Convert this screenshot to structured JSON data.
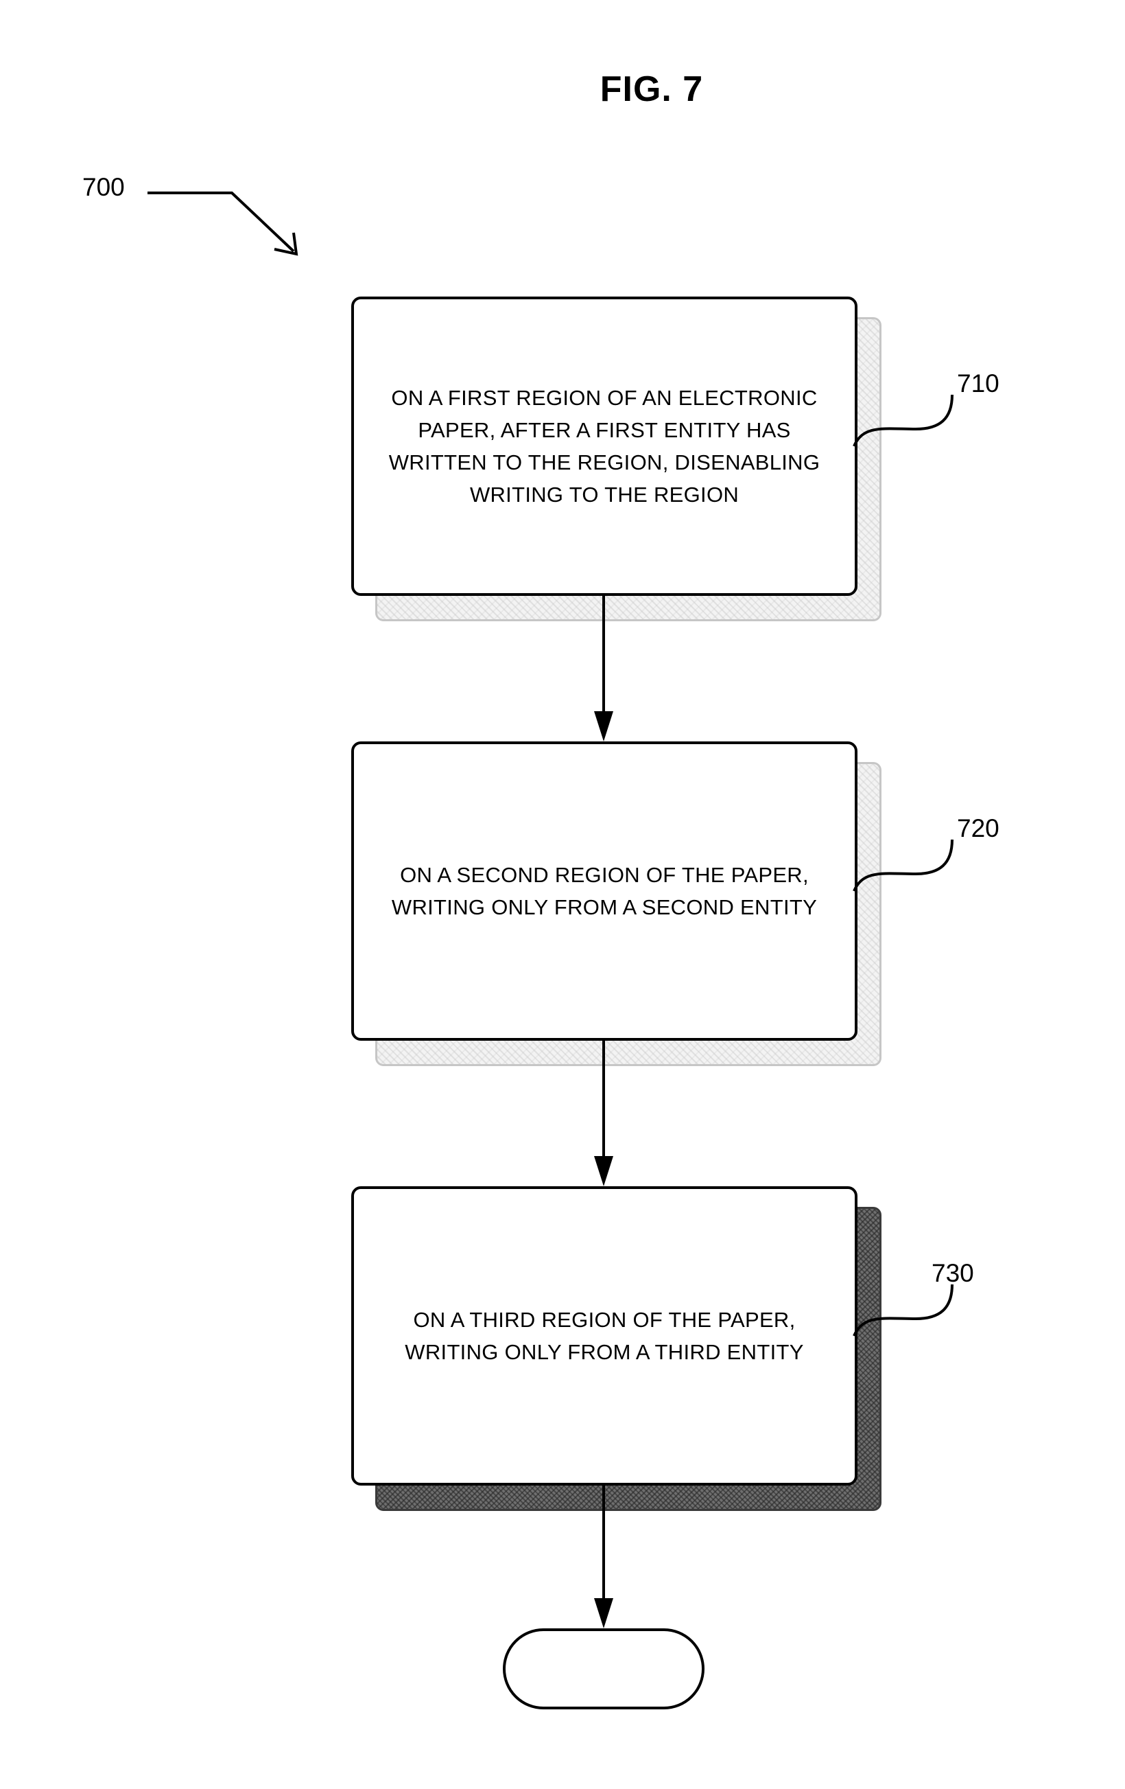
{
  "figure": {
    "title": "FIG. 7",
    "reference": "700"
  },
  "steps": [
    {
      "ref": "710",
      "text": "ON A FIRST REGION OF AN ELECTRONIC\nPAPER, AFTER A FIRST ENTITY HAS\nWRITTEN TO THE REGION, DISENABLING\nWRITING TO THE REGION",
      "shadow": "light"
    },
    {
      "ref": "720",
      "text": "ON A SECOND REGION OF THE PAPER,\nWRITING ONLY FROM A SECOND ENTITY",
      "shadow": "light"
    },
    {
      "ref": "730",
      "text": "ON A THIRD REGION OF THE PAPER,\nWRITING ONLY FROM A THIRD ENTITY",
      "shadow": "dark"
    }
  ],
  "end": {
    "label": ""
  }
}
